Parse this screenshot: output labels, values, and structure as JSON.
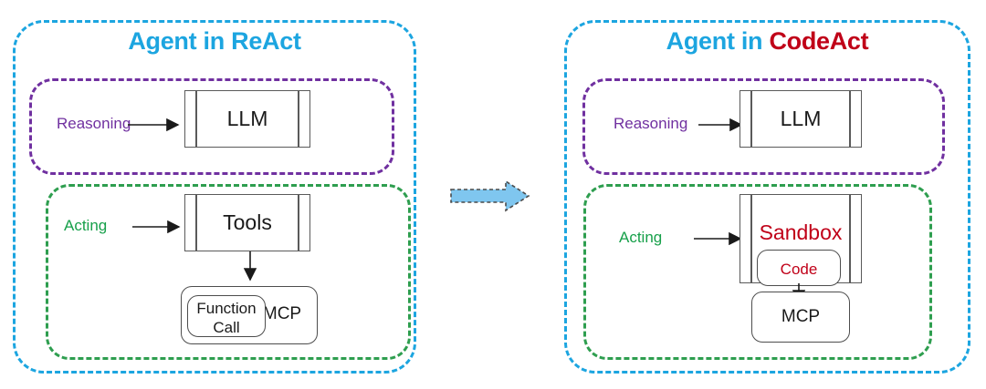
{
  "diagram": {
    "title": "Agent in ReAct vs Agent in CodeAct",
    "colors": {
      "agent_border": "#1ca5e0",
      "reasoning": "#7030a0",
      "acting": "#2e9e4f",
      "accent_red": "#c00018",
      "box_stroke": "#5a5a5a",
      "block_arrow_fill": "#7fc6ef"
    }
  },
  "left_panel": {
    "title_prefix": "Agent in ",
    "title_accent": "ReAct",
    "reasoning_label": "Reasoning",
    "acting_label": "Acting",
    "llm_label": "LLM",
    "tools_label": "Tools",
    "mcp_label": "MCP",
    "function_call_label": "Function\nCall"
  },
  "transition": {
    "arrow_icon": "block-right-arrow"
  },
  "right_panel": {
    "title_prefix": "Agent in ",
    "title_accent": "CodeAct",
    "reasoning_label": "Reasoning",
    "acting_label": "Acting",
    "llm_label": "LLM",
    "sandbox_label": "Sandbox",
    "code_label": "Code",
    "mcp_label": "MCP"
  }
}
